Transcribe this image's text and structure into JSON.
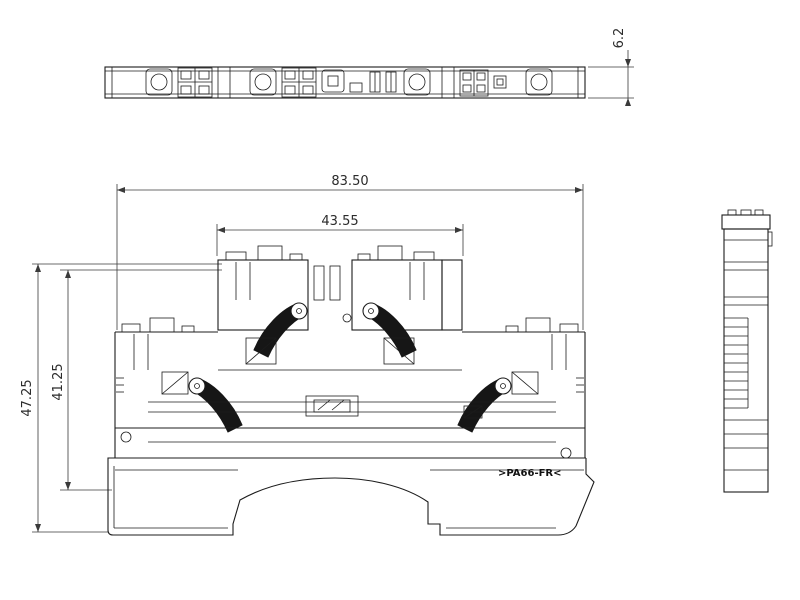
{
  "drawing": {
    "type": "technical-cad-drawing",
    "subject": "din-rail-terminal-block",
    "background": "#ffffff",
    "line_color": "#1c1c1c"
  },
  "views": {
    "top_view": "top-plan-view-of-terminal-strip",
    "front_view": "front-section-view-of-terminal-block",
    "side_view": "right-side-profile-view"
  },
  "dimensions": {
    "overall_width": "83.50",
    "upper_block_width": "43.55",
    "total_height": "47.25",
    "body_height": "41.25",
    "strip_thickness": "6.2"
  },
  "marking": {
    "material": ">PA66-FR<"
  }
}
